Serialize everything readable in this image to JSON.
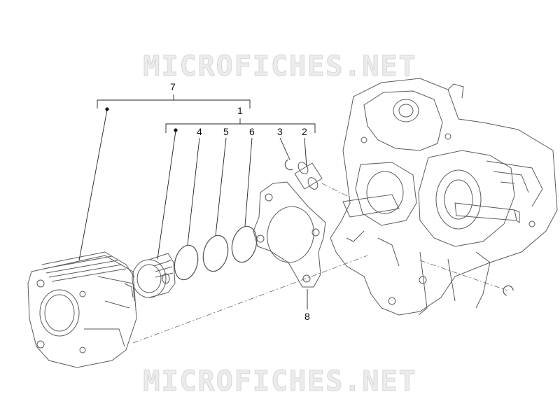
{
  "watermark": {
    "text": "MICROFICHES.NET"
  },
  "callouts": {
    "c7": "7",
    "c1": "1",
    "c4": "4",
    "c5": "5",
    "c6": "6",
    "c3": "3",
    "c2": "2",
    "c8": "8"
  },
  "colors": {
    "line": "#5a5a5a",
    "leader": "#222222",
    "watermark": "#e3e3e3"
  }
}
